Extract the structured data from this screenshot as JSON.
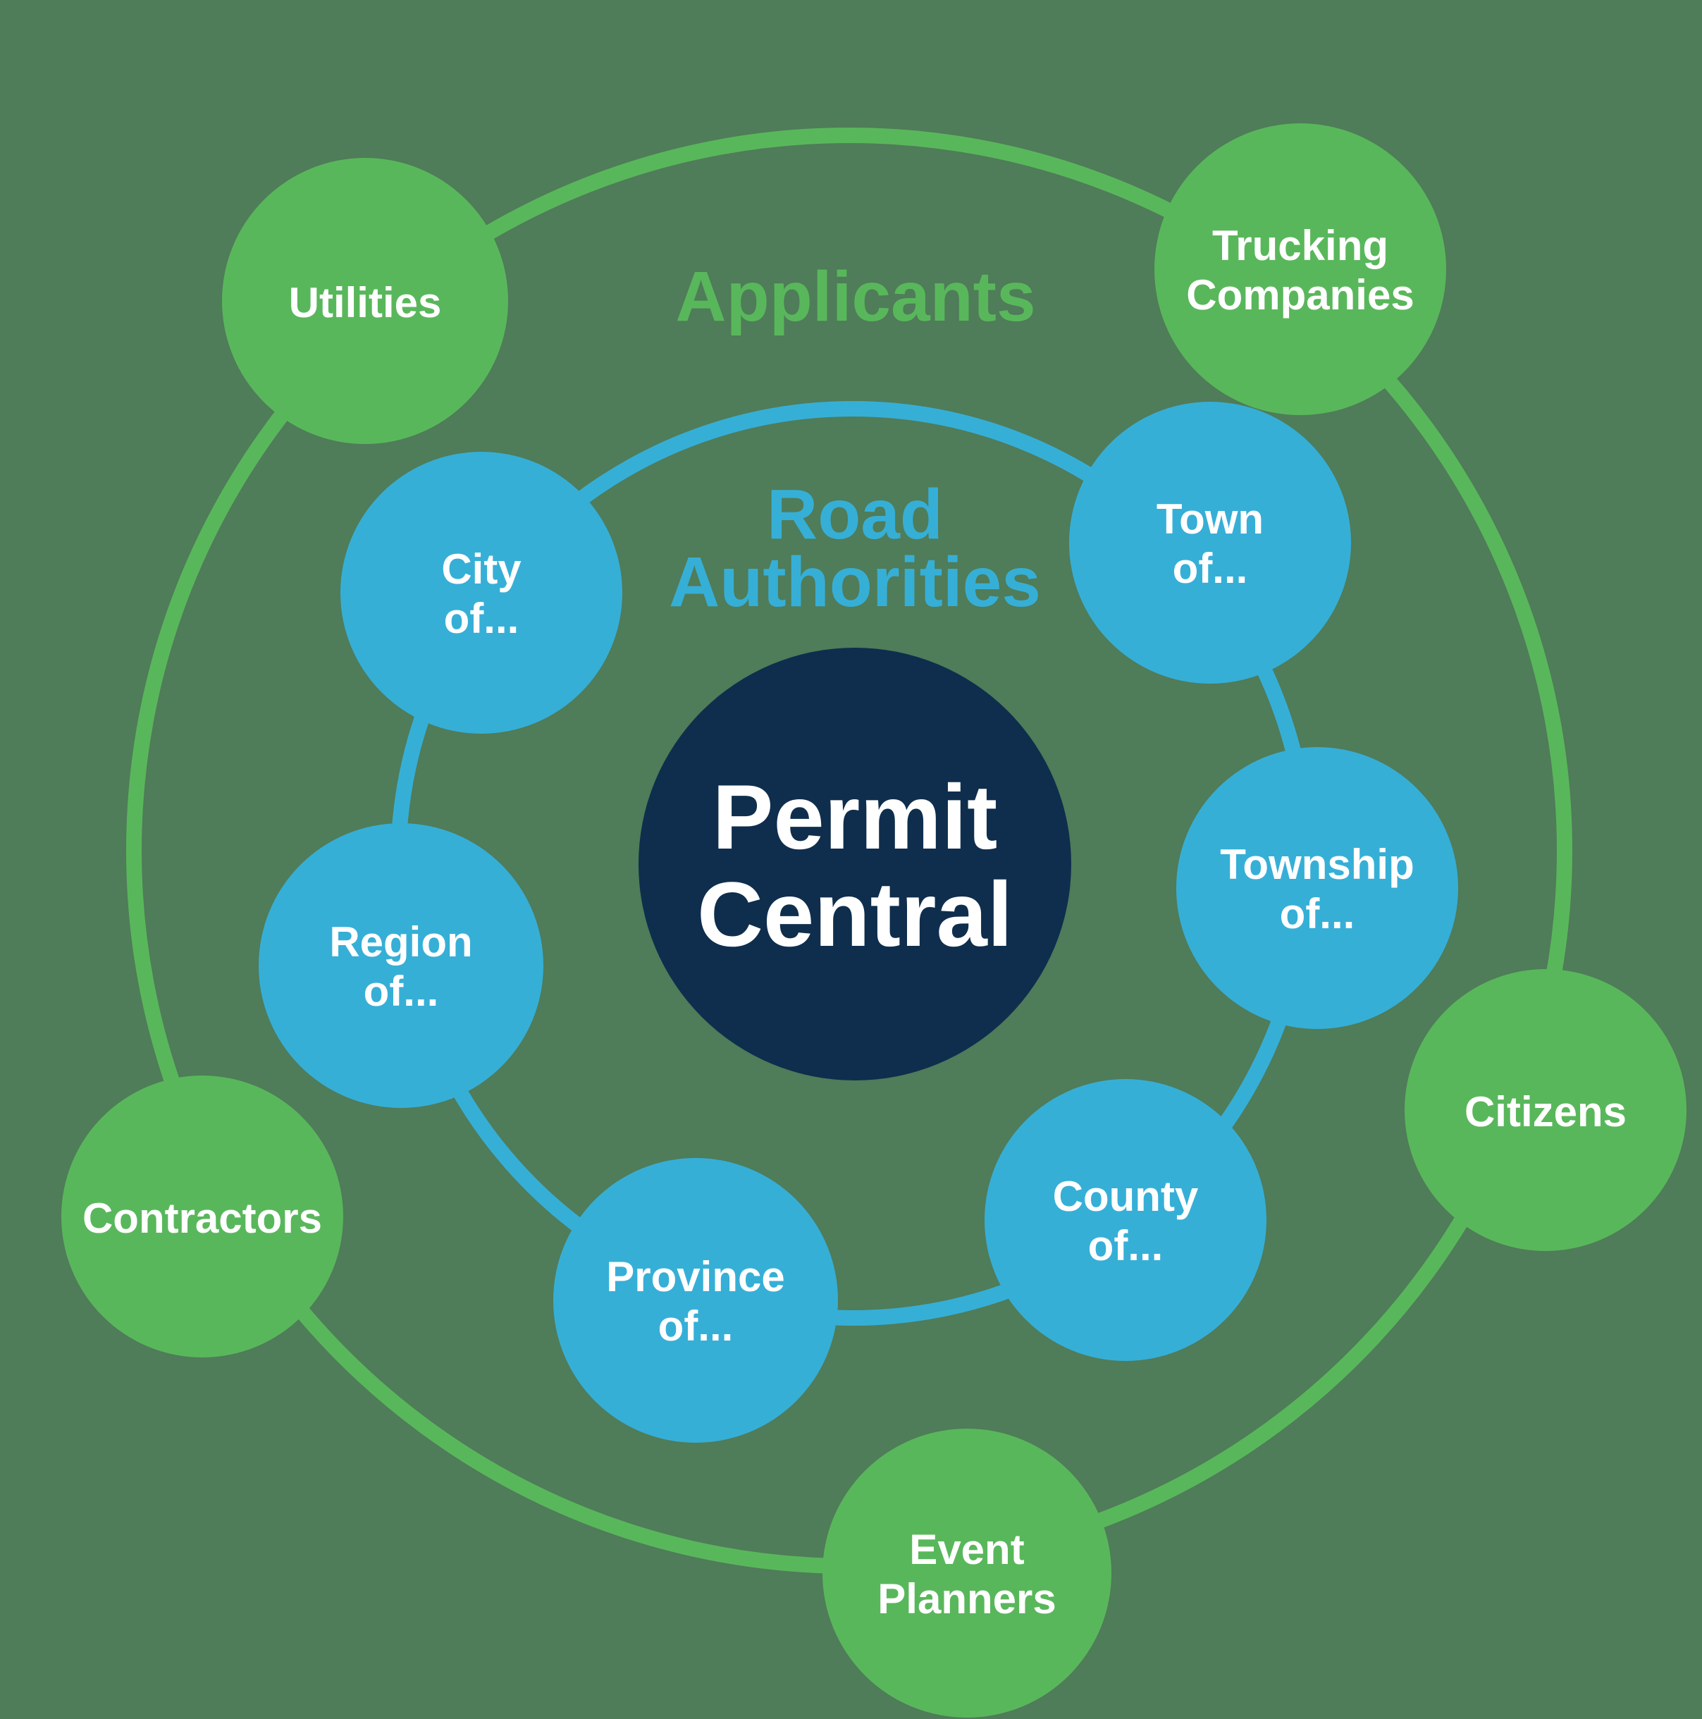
{
  "colors": {
    "bg": "#4F7C59",
    "green": "#59B75B",
    "blue": "#36AFD7",
    "navy": "#0F2E4D",
    "white": "#FFFFFF"
  },
  "diagram": {
    "center_node": {
      "lines": [
        "Permit",
        "Central"
      ]
    },
    "ring_labels": {
      "applicants": "Applicants",
      "road_authorities": [
        "Road",
        "Authorities"
      ]
    },
    "applicant_nodes": {
      "utilities": {
        "label": "Utilities"
      },
      "trucking": {
        "lines": [
          "Trucking",
          "Companies"
        ]
      },
      "citizens": {
        "label": "Citizens"
      },
      "event_planners": {
        "lines": [
          "Event",
          "Planners"
        ]
      },
      "contractors": {
        "label": "Contractors"
      }
    },
    "road_authority_nodes": {
      "city": {
        "lines": [
          "City",
          "of..."
        ]
      },
      "town": {
        "lines": [
          "Town",
          "of..."
        ]
      },
      "township": {
        "lines": [
          "Township",
          "of..."
        ]
      },
      "county": {
        "lines": [
          "County",
          "of..."
        ]
      },
      "province": {
        "lines": [
          "Province",
          "of..."
        ]
      },
      "region": {
        "lines": [
          "Region",
          "of..."
        ]
      }
    }
  }
}
